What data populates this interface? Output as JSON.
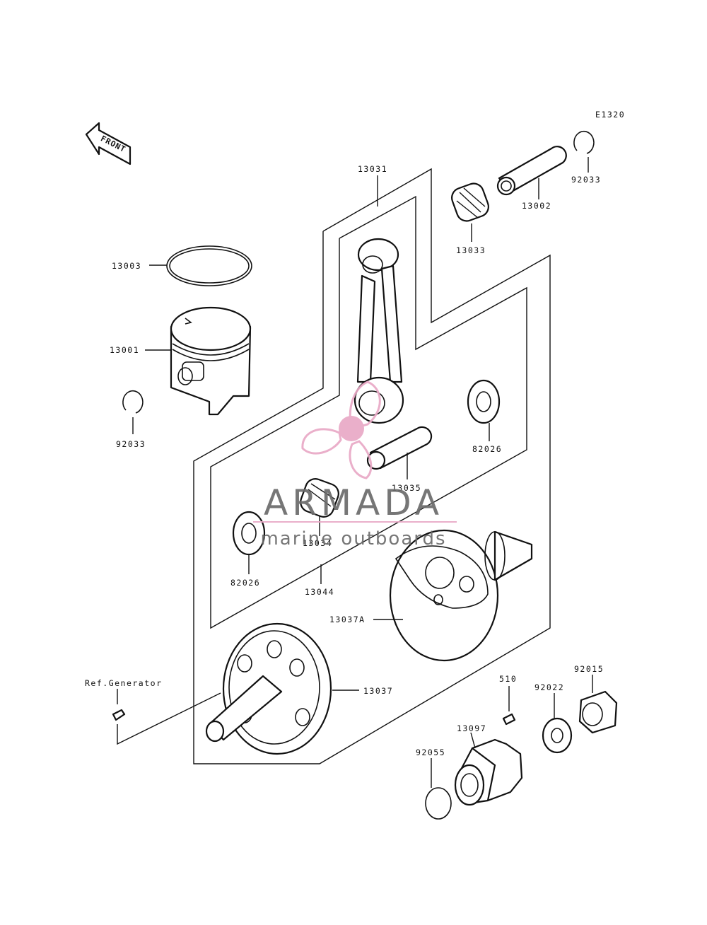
{
  "diagram": {
    "code": "E1320",
    "front_label": "FRONT",
    "ref_label": "Ref.Generator",
    "parts": {
      "p13003": "13003",
      "p13001": "13001",
      "p92033a": "92033",
      "p92033b": "92033",
      "p13031": "13031",
      "p13002": "13002",
      "p13033": "13033",
      "p82026a": "82026",
      "p82026b": "82026",
      "p13035": "13035",
      "p13034": "13034",
      "p13044": "13044",
      "p13037a": "13037A",
      "p13037": "13037",
      "p510": "510",
      "p92022": "92022",
      "p92015": "92015",
      "p13097": "13097",
      "p92055": "92055"
    }
  },
  "watermark": {
    "brand": "ARMADA",
    "tagline": "marine outboards",
    "color": "#e9a9c6"
  }
}
